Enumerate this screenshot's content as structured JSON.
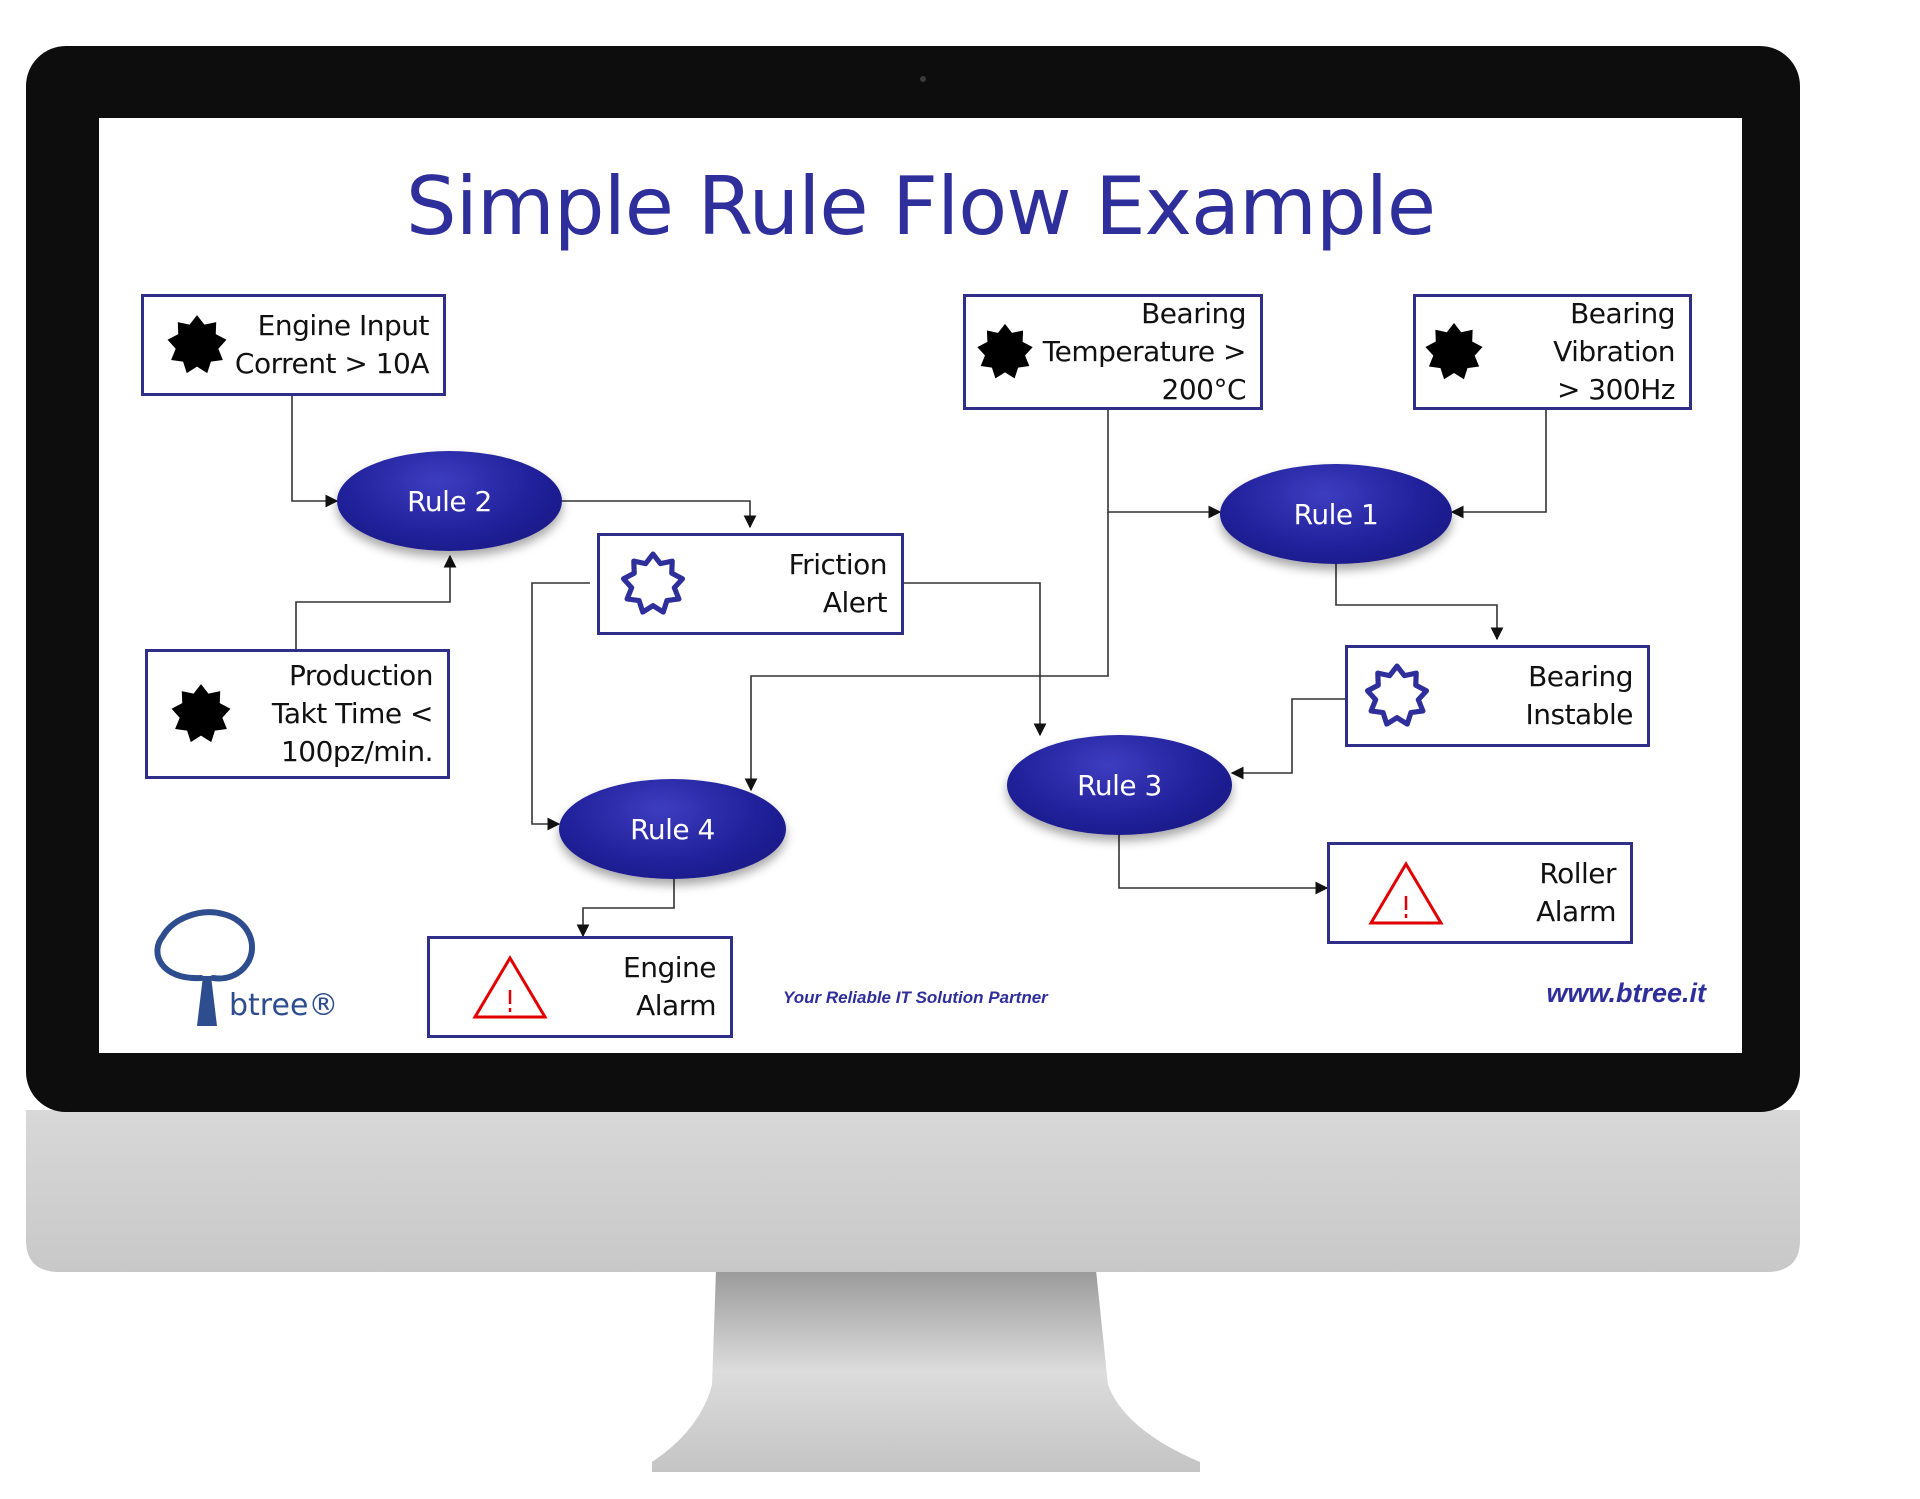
{
  "slide": {
    "title": "Simple Rule Flow Example",
    "tagline": "Your Reliable IT Solution Partner",
    "website": "www.btree.it",
    "logo_text": "btree®"
  },
  "colors": {
    "title": "#2f2f9c",
    "rule_fill": "#20209a",
    "box_border": "#2f2f8a",
    "event_icon": "#000000",
    "alert_icon": "#2f2f9c",
    "alarm_icon": "#e00000"
  },
  "inputs": [
    {
      "id": "engine-input",
      "icon": "filled-starburst-icon",
      "lines": [
        "Engine Input",
        "Corrent > 10A"
      ]
    },
    {
      "id": "production",
      "icon": "filled-starburst-icon",
      "lines": [
        "Production",
        "Takt Time <",
        "100pz/min."
      ]
    },
    {
      "id": "bearing-temperature",
      "icon": "filled-starburst-icon",
      "lines": [
        "Bearing",
        "Temperature >",
        "200°C"
      ]
    },
    {
      "id": "bearing-vibration",
      "icon": "filled-starburst-icon",
      "lines": [
        "Bearing",
        "Vibration",
        "> 300Hz"
      ]
    }
  ],
  "alerts": [
    {
      "id": "friction-alert",
      "icon": "outline-starburst-icon",
      "lines": [
        "Friction",
        "Alert"
      ]
    },
    {
      "id": "bearing-instable",
      "icon": "outline-starburst-icon",
      "lines": [
        "Bearing",
        "Instable"
      ]
    }
  ],
  "alarms": [
    {
      "id": "engine-alarm",
      "icon": "warning-triangle-icon",
      "lines": [
        "Engine",
        "Alarm"
      ]
    },
    {
      "id": "roller-alarm",
      "icon": "warning-triangle-icon",
      "lines": [
        "Roller",
        "Alarm"
      ]
    }
  ],
  "rules": [
    {
      "id": "rule-1",
      "label": "Rule 1"
    },
    {
      "id": "rule-2",
      "label": "Rule 2"
    },
    {
      "id": "rule-3",
      "label": "Rule 3"
    },
    {
      "id": "rule-4",
      "label": "Rule 4"
    }
  ]
}
